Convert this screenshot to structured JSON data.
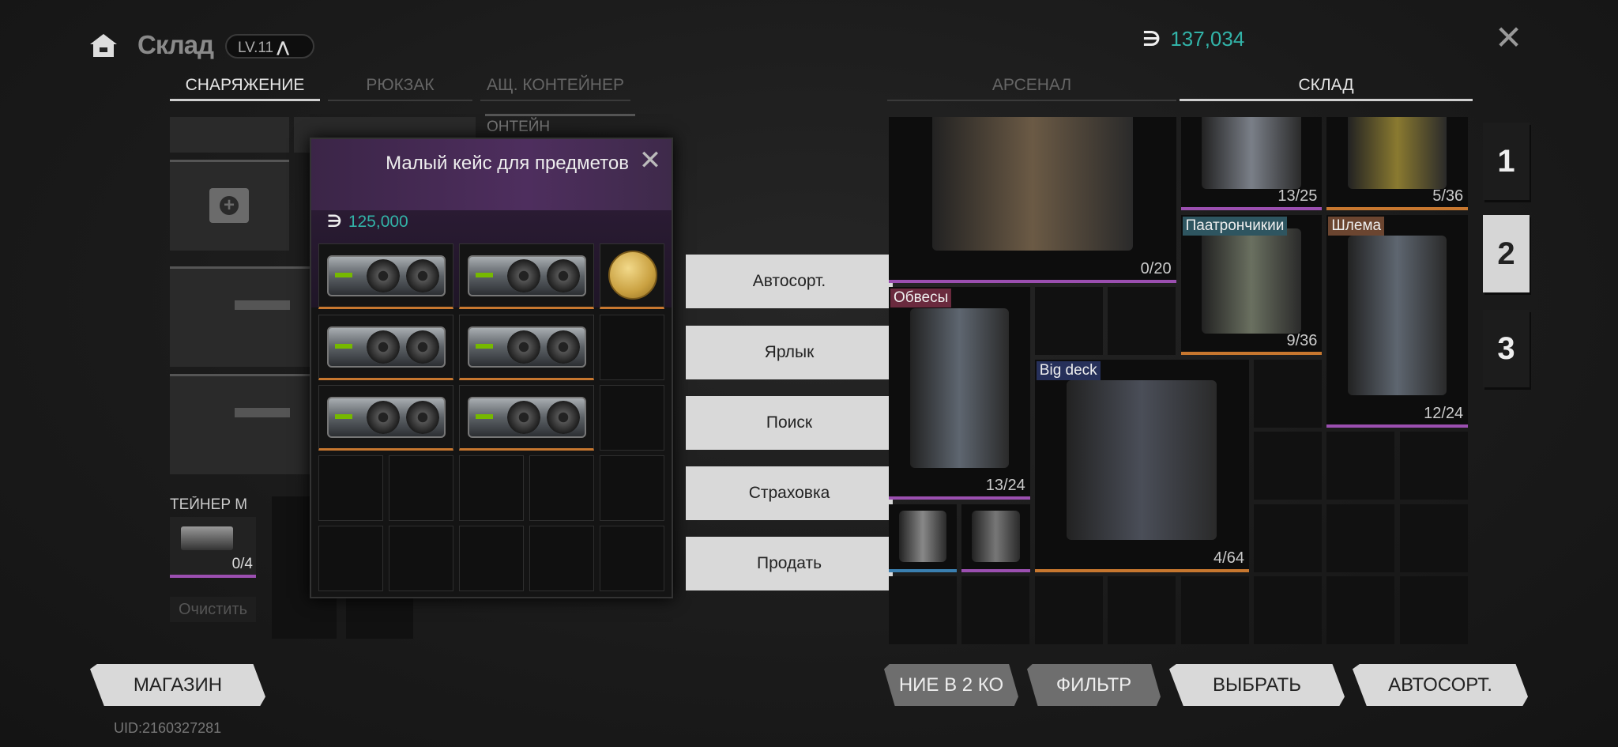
{
  "header": {
    "title": "Склад",
    "level": "LV.11",
    "level_up_icon": "chevron-up-icon",
    "currency_symbol": "∋",
    "currency": "137,034",
    "close_icon": "close-icon"
  },
  "left_tabs": [
    {
      "label": "СНАРЯЖЕНИЕ",
      "active": true
    },
    {
      "label": "РЮКЗАК",
      "active": false
    },
    {
      "label": "АЩ. КОНТЕЙНЕР",
      "active": false
    }
  ],
  "right_tabs": [
    {
      "label": "АРСЕНАЛ",
      "active": false
    },
    {
      "label": "СКЛАД",
      "active": true
    }
  ],
  "left_panel": {
    "container_label": "ТЕЙНЕР М",
    "container_count": "0/4",
    "clear_label": "Очистить",
    "partial_label": "ОНТЕЙН"
  },
  "popup": {
    "title": "Малый кейс для предметов",
    "currency_symbol": "∋",
    "price": "125,000"
  },
  "context_menu": [
    "Автосорт.",
    "Ярлык",
    "Поиск",
    "Страховка",
    "Продать"
  ],
  "storage": {
    "items": [
      {
        "label": "",
        "count": "0/20",
        "line": "#9b4fb0"
      },
      {
        "label": "",
        "count": "13/25",
        "line": "#9b4fb0"
      },
      {
        "label": "",
        "count": "5/36",
        "line": "#c7772f"
      },
      {
        "label": "Паатрончикии",
        "count": "9/36",
        "line": "#c7772f",
        "label_bg": "#2e5560"
      },
      {
        "label": "Шлема",
        "count": "12/24",
        "line": "#9b4fb0",
        "label_bg": "#6b4530"
      },
      {
        "label": "Обвесы",
        "count": "13/24",
        "line": "#9b4fb0",
        "label_bg": "#6a2a3e"
      },
      {
        "label": "Big deck",
        "count": "4/64",
        "line": "#c7772f",
        "label_bg": "#26305a"
      },
      {
        "label": "",
        "count": "",
        "line": "#3a7fb0"
      },
      {
        "label": "",
        "count": "",
        "line": "#9b4fb0"
      }
    ]
  },
  "pages": [
    "1",
    "2",
    "3"
  ],
  "bottom_buttons": {
    "shop": "МАГАЗИН",
    "partial": "НИЕ В 2 КО",
    "filter": "ФИЛЬТР",
    "select": "ВЫБРАТЬ",
    "autosort": "АВТОСОРТ."
  },
  "uid": "UID:2160327281"
}
